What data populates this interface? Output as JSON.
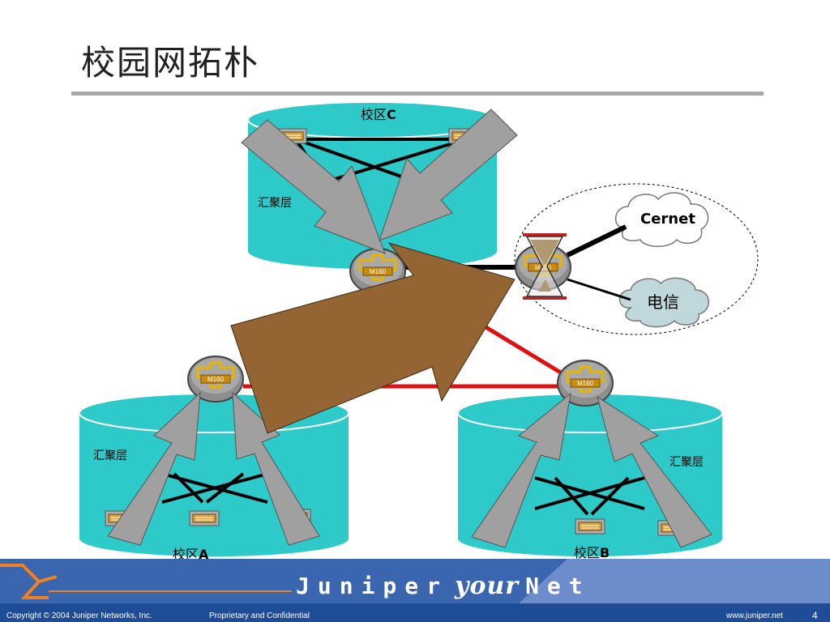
{
  "slide": {
    "title": "校园网拓朴",
    "page_number": "4"
  },
  "campuses": {
    "c": {
      "label_prefix": "校区",
      "label_letter": "C",
      "layer_label": "汇聚层"
    },
    "a": {
      "label_prefix": "校区",
      "label_letter": "A",
      "layer_label": "汇聚层"
    },
    "b": {
      "label_prefix": "校区",
      "label_letter": "B",
      "layer_label": "汇聚层"
    }
  },
  "external": {
    "cernet": "Cernet",
    "telecom": "电信"
  },
  "router_model": "M160",
  "footer": {
    "brand_left": "Juniper",
    "brand_script": "your",
    "brand_right": "Net",
    "copyright": "Copyright © 2004 Juniper Networks, Inc.",
    "confidential": "Proprietary and Confidential",
    "website": "www.juniper.net"
  },
  "colors": {
    "cylinder": "#2ec9c9",
    "link_red": "#e01010",
    "arrow_gray": "#a0a0a0",
    "arrow_brown": "#946433",
    "footer_blue": "#1e4c96",
    "footer_orange": "#f08020"
  }
}
